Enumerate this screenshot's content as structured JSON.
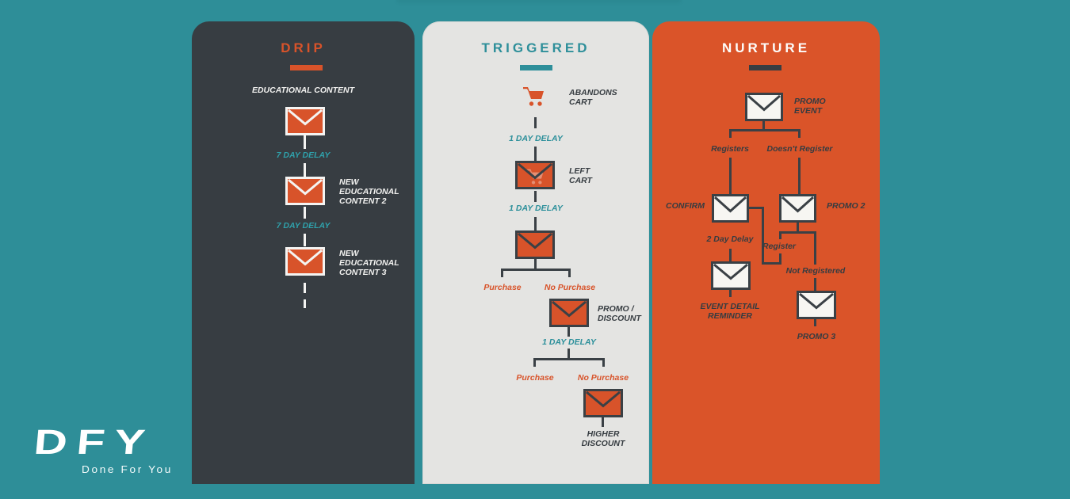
{
  "colors": {
    "background_teal": "#2e8e98",
    "column_dark": "#373d42",
    "column_light": "#e4e4e2",
    "column_orange": "#da5429",
    "accent_orange": "#d8532a",
    "accent_teal": "#2e8f9a",
    "envelope_white": "#f7f6f2"
  },
  "logo": {
    "acronym": "DFY",
    "tagline": "Done For You"
  },
  "columns": {
    "drip": {
      "title": "DRIP",
      "intro_label": "EDUCATIONAL CONTENT",
      "delays": [
        "7 DAY DELAY",
        "7 DAY DELAY"
      ],
      "email2_label": "NEW\nEDUCATIONAL\nCONTENT 2",
      "email3_label": "NEW\nEDUCATIONAL\nCONTENT 3"
    },
    "triggered": {
      "title": "TRIGGERED",
      "trigger_label": "ABANDONS\nCART",
      "delays": [
        "1 DAY DELAY",
        "1 DAY DELAY",
        "1 DAY DELAY"
      ],
      "email1_label": "LEFT\nCART",
      "email2_label": "PROMO /\nDISCOUNT",
      "email3_label": "HIGHER\nDISCOUNT",
      "branches": [
        {
          "left": "Purchase",
          "right": "No Purchase"
        },
        {
          "left": "Purchase",
          "right": "No Purchase"
        }
      ]
    },
    "nurture": {
      "title": "NURTURE",
      "email1_label": "PROMO\nEVENT",
      "branch1": {
        "left": "Registers",
        "right": "Doesn't Register"
      },
      "confirm_label": "CONFIRM",
      "promo2_label": "PROMO 2",
      "delay": "2 Day Delay",
      "register_label": "Register",
      "not_registered_label": "Not Registered",
      "event_reminder_label": "EVENT DETAIL\nREMINDER",
      "promo3_label": "PROMO 3"
    }
  }
}
